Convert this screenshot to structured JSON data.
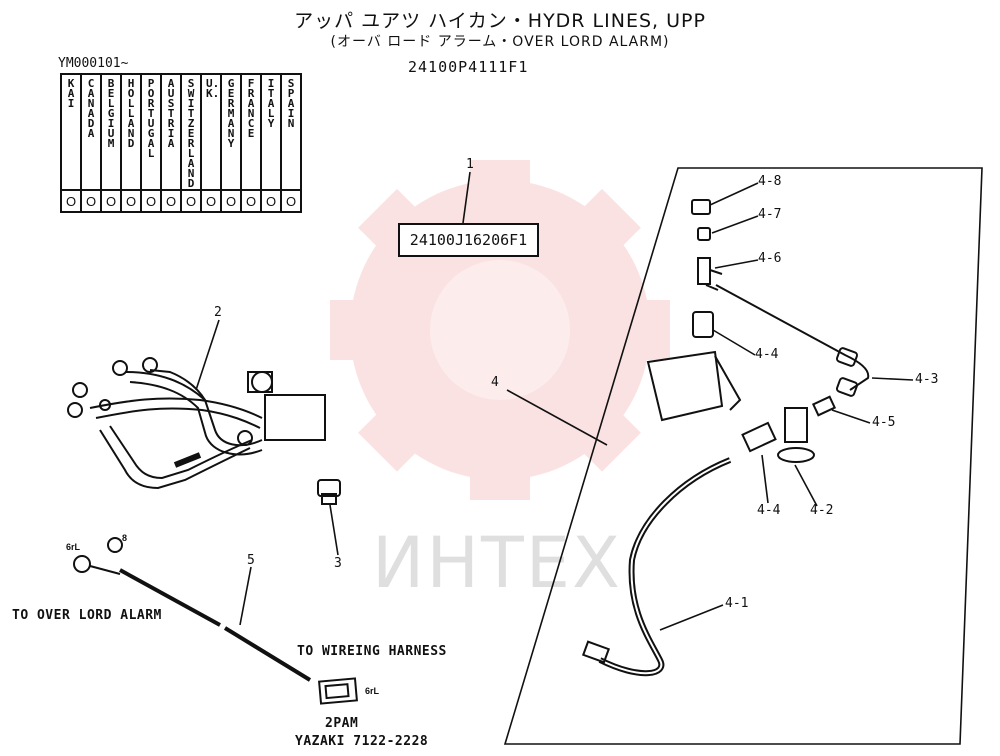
{
  "title_line1": "アッパ ユアツ ハイカン・HYDR LINES, UPP",
  "title_line2": "(オーバ ロード アラーム・OVER LORD ALARM)",
  "part_number": "24100P4111F1",
  "serial_from": "YM000101~",
  "countries": [
    {
      "name": "KAI",
      "mark": "O"
    },
    {
      "name": "CANADA",
      "mark": "O"
    },
    {
      "name": "BELGIUM",
      "mark": "O"
    },
    {
      "name": "HOLLAND",
      "mark": "O"
    },
    {
      "name": "PORTUGAL",
      "mark": "O"
    },
    {
      "name": "AUSTRIA",
      "mark": "O"
    },
    {
      "name": "SWITZER LAND",
      "mark": "O"
    },
    {
      "name": "U.K.",
      "mark": "O"
    },
    {
      "name": "GERMANY",
      "mark": "O"
    },
    {
      "name": "FRANCE",
      "mark": "O"
    },
    {
      "name": "ITALY",
      "mark": "O"
    },
    {
      "name": "SPAIN",
      "mark": "O"
    }
  ],
  "assembly_box": "24100J16206F1",
  "callouts": {
    "c1": "1",
    "c2": "2",
    "c3": "3",
    "c4": "4",
    "c5": "5",
    "c4_1": "4-1",
    "c4_2": "4-2",
    "c4_3": "4-3",
    "c4_4a": "4-4",
    "c4_4b": "4-4",
    "c4_5": "4-5",
    "c4_6": "4-6",
    "c4_7": "4-7",
    "c4_8": "4-8"
  },
  "notes": {
    "to_alarm": "TO OVER LORD ALARM",
    "to_harness": "TO WIREING HARNESS",
    "connector": "2PAM",
    "yazaki": "YAZAKI 7122-2228",
    "wire_6rl_a": "6rL",
    "wire_6rl_b": "6rL",
    "wire_8": "8"
  },
  "watermark": "ИНТЕХ",
  "colors": {
    "line": "#111111",
    "watermark": "#e8262a"
  }
}
